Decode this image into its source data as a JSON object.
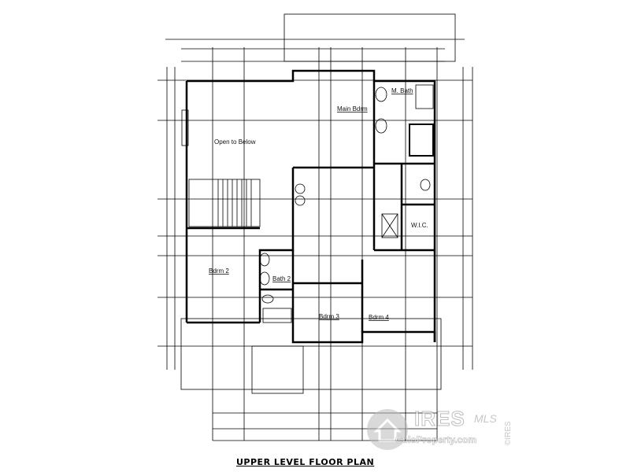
{
  "plan": {
    "title": "UPPER LEVEL FLOOR PLAN",
    "rooms": [
      {
        "name": "Open to Below"
      },
      {
        "name": "Main Bdrm"
      },
      {
        "name": "M. Bath"
      },
      {
        "name": "W.I.C."
      },
      {
        "name": "Bdrm 2"
      },
      {
        "name": "Bath 2"
      },
      {
        "name": "Bdrm 3"
      },
      {
        "name": "Bdrm 4"
      }
    ]
  },
  "watermark": {
    "brand": "IRES",
    "mls": "MLS",
    "site": "ColoProperty.com",
    "side": "©IRES"
  }
}
